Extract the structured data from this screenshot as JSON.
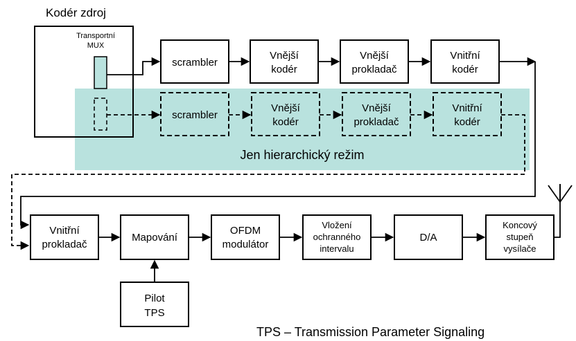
{
  "source_title": "Kodér zdroj",
  "mux_label": [
    "Transportní",
    "MUX"
  ],
  "main_chain": [
    {
      "id": "scrambler",
      "lines": [
        "scrambler"
      ]
    },
    {
      "id": "outer-coder",
      "lines": [
        "Vnější",
        "kodér"
      ]
    },
    {
      "id": "outer-interleaver",
      "lines": [
        "Vnější",
        "prokladač"
      ]
    },
    {
      "id": "inner-coder",
      "lines": [
        "Vnitřní",
        "kodér"
      ]
    }
  ],
  "hierarchical_chain": [
    {
      "id": "scrambler",
      "lines": [
        "scrambler"
      ]
    },
    {
      "id": "outer-coder",
      "lines": [
        "Vnější",
        "kodér"
      ]
    },
    {
      "id": "outer-interleaver",
      "lines": [
        "Vnější",
        "prokladač"
      ]
    },
    {
      "id": "inner-coder",
      "lines": [
        "Vnitřní",
        "kodér"
      ]
    }
  ],
  "hierarchical_label": "Jen hierarchický režim",
  "bottom_chain": [
    {
      "id": "inner-interleaver",
      "lines": [
        "Vnitřní",
        "prokladač"
      ]
    },
    {
      "id": "mapping",
      "lines": [
        "Mapování"
      ]
    },
    {
      "id": "ofdm-modulator",
      "lines": [
        "OFDM",
        "modulátor"
      ]
    },
    {
      "id": "guard-interval",
      "lines": [
        "Vložení",
        "ochranného",
        "intervalu"
      ]
    },
    {
      "id": "dac",
      "lines": [
        "D/A"
      ]
    },
    {
      "id": "power-amp",
      "lines": [
        "Koncový",
        "stupeň",
        "vysílače"
      ]
    }
  ],
  "pilot_box": {
    "lines": [
      "Pilot",
      "TPS"
    ]
  },
  "footnote": "TPS – Transmission Parameter Signaling",
  "colors": {
    "hier_bg": "#b9e2de",
    "mux_fill": "#b9e2de",
    "line": "#000000"
  }
}
